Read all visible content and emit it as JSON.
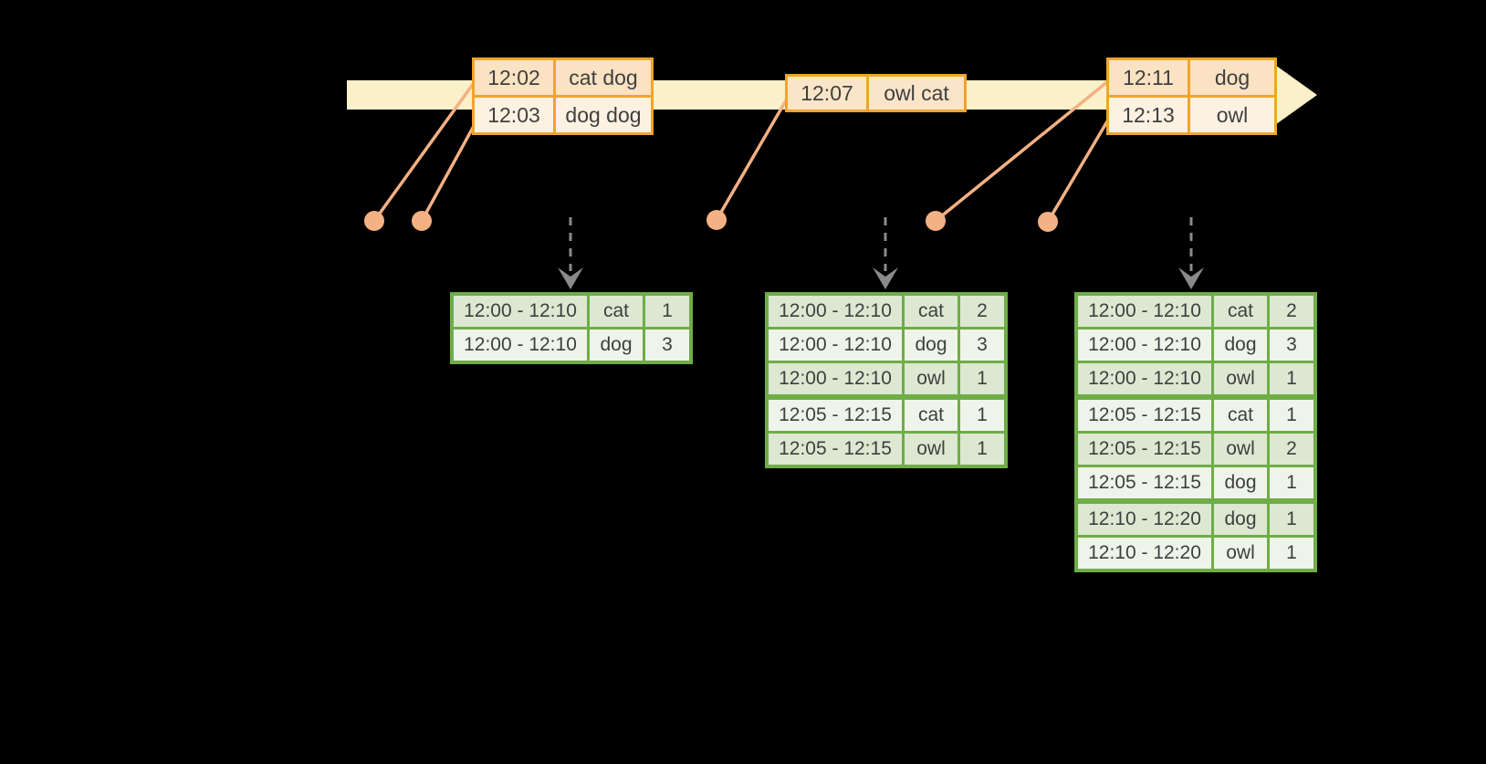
{
  "colors": {
    "background": "#000000",
    "timeline_band": "#FAF0C9",
    "event_border": "#F0A42C",
    "event_row_dark": "#FBE2C2",
    "event_row_light": "#FDF2E2",
    "event_single": "#FBE5C8",
    "dot_line": "#F4B183",
    "table_border": "#6FAD47",
    "table_row_dark": "#DCE8D2",
    "table_row_light": "#EFF4EA",
    "arrow_gray": "#8A8A8A",
    "text": "#3F3F3F"
  },
  "timeline": {
    "event_groups": [
      {
        "name": "events-at-12-02",
        "rows": [
          {
            "time": "12:02",
            "words": "cat dog"
          },
          {
            "time": "12:03",
            "words": "dog dog"
          }
        ]
      },
      {
        "name": "events-at-12-07",
        "rows": [
          {
            "time": "12:07",
            "words": "owl cat"
          }
        ]
      },
      {
        "name": "events-at-12-11",
        "rows": [
          {
            "time": "12:11",
            "words": "dog"
          },
          {
            "time": "12:13",
            "words": "owl"
          }
        ]
      }
    ]
  },
  "result_tables": [
    {
      "name": "result-table-1",
      "rows": [
        {
          "window": "12:00 - 12:10",
          "word": "cat",
          "count": "1"
        },
        {
          "window": "12:00 - 12:10",
          "word": "dog",
          "count": "3"
        }
      ]
    },
    {
      "name": "result-table-2",
      "rows": [
        {
          "window": "12:00 - 12:10",
          "word": "cat",
          "count": "2"
        },
        {
          "window": "12:00 - 12:10",
          "word": "dog",
          "count": "3"
        },
        {
          "window": "12:00 - 12:10",
          "word": "owl",
          "count": "1"
        },
        {
          "window": "12:05 - 12:15",
          "word": "cat",
          "count": "1",
          "group_start": true
        },
        {
          "window": "12:05 - 12:15",
          "word": "owl",
          "count": "1"
        }
      ]
    },
    {
      "name": "result-table-3",
      "rows": [
        {
          "window": "12:00 - 12:10",
          "word": "cat",
          "count": "2"
        },
        {
          "window": "12:00 - 12:10",
          "word": "dog",
          "count": "3"
        },
        {
          "window": "12:00 - 12:10",
          "word": "owl",
          "count": "1"
        },
        {
          "window": "12:05 - 12:15",
          "word": "cat",
          "count": "1",
          "group_start": true
        },
        {
          "window": "12:05 - 12:15",
          "word": "owl",
          "count": "2"
        },
        {
          "window": "12:05 - 12:15",
          "word": "dog",
          "count": "1"
        },
        {
          "window": "12:10 - 12:20",
          "word": "dog",
          "count": "1",
          "group_start": true
        },
        {
          "window": "12:10 - 12:20",
          "word": "owl",
          "count": "1"
        }
      ]
    }
  ]
}
